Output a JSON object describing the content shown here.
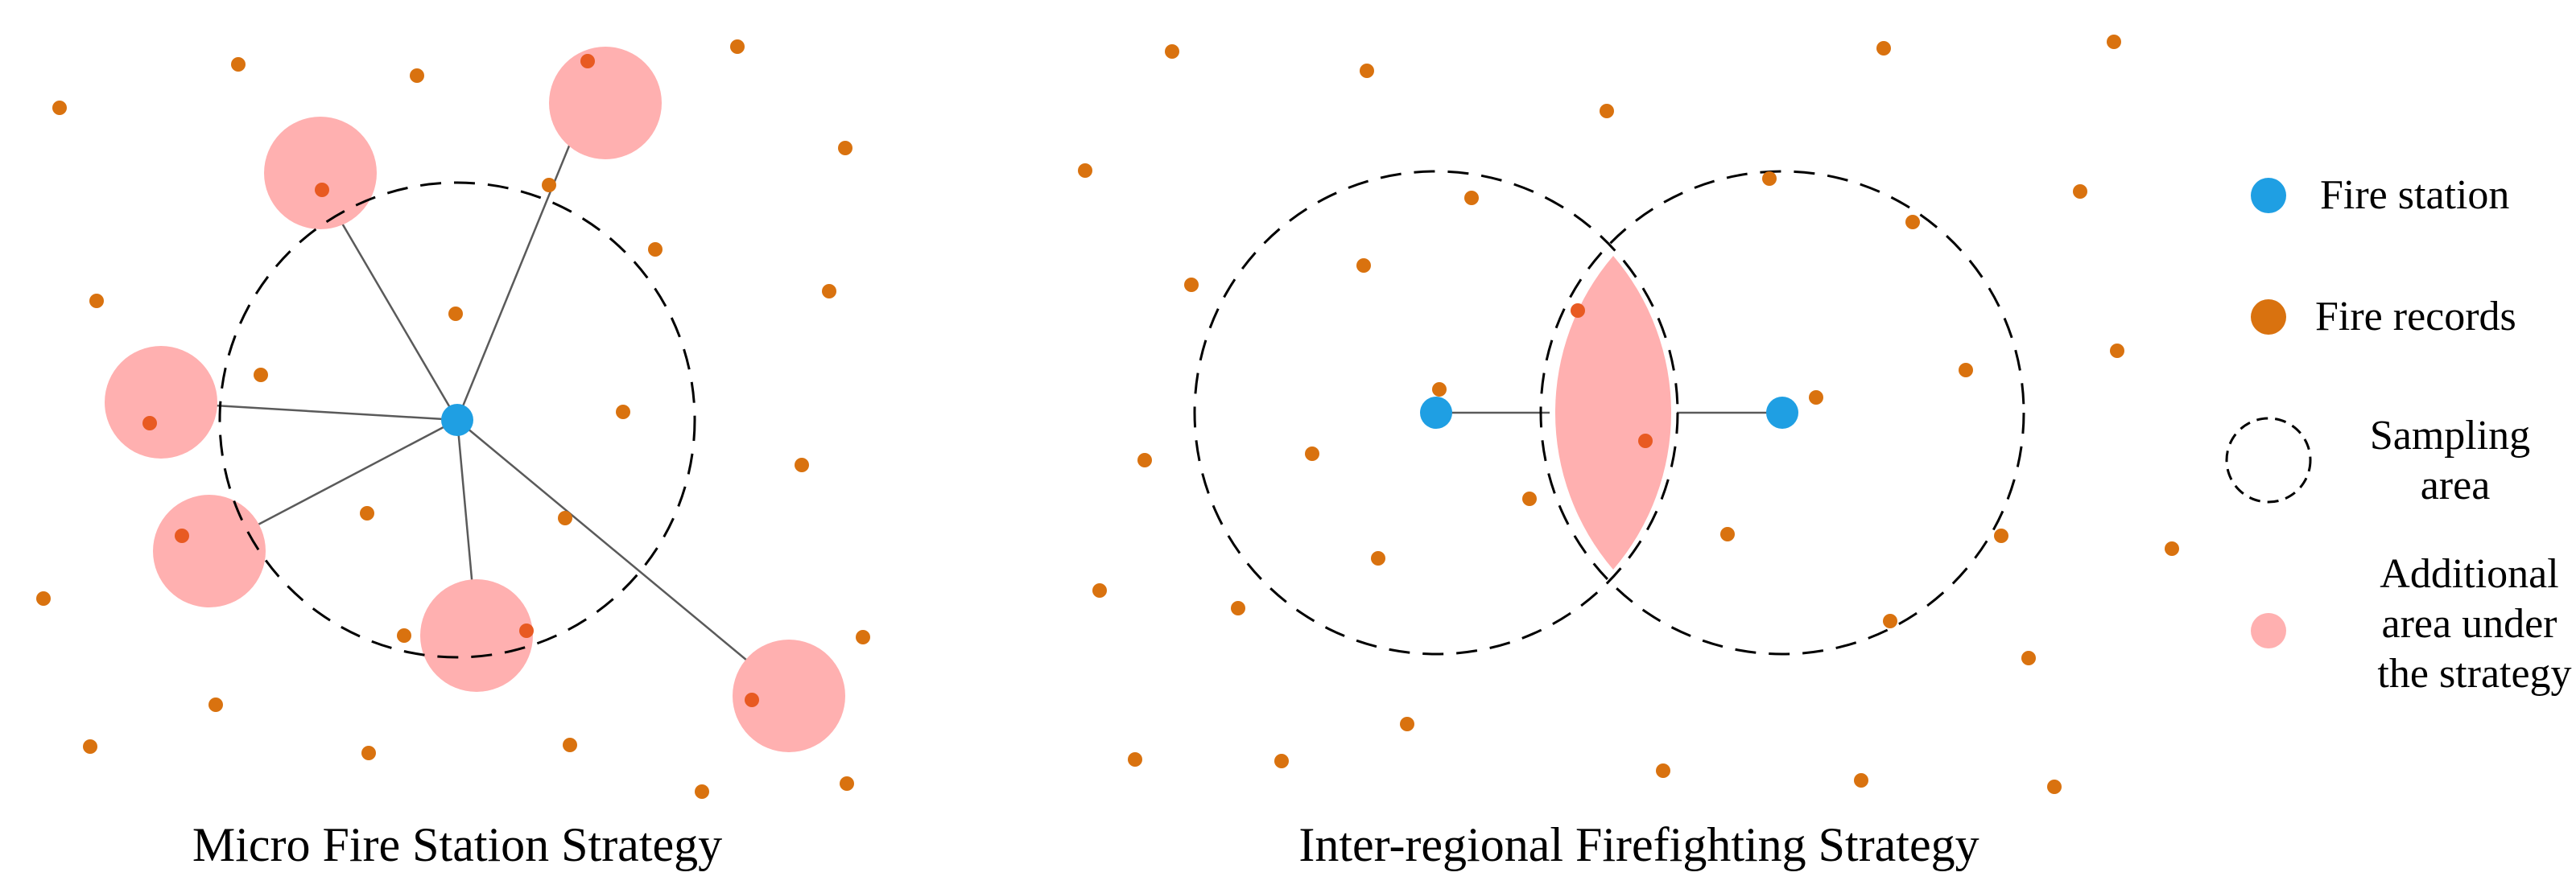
{
  "colors": {
    "station": "#1f9fe3",
    "record": "#d9720f",
    "record_in_area": "#e85a22",
    "additional_area": "#ffb0b0",
    "sampling_stroke": "#000000",
    "connector": "#5a5a5a"
  },
  "captions": {
    "left": "Micro Fire Station Strategy",
    "right": "Inter-regional Firefighting Strategy"
  },
  "legend": {
    "fire_station": "Fire station",
    "fire_records": "Fire records",
    "sampling_area": [
      "Sampling",
      "area"
    ],
    "additional_area": [
      "Additional",
      "area under",
      "the strategy"
    ]
  }
}
